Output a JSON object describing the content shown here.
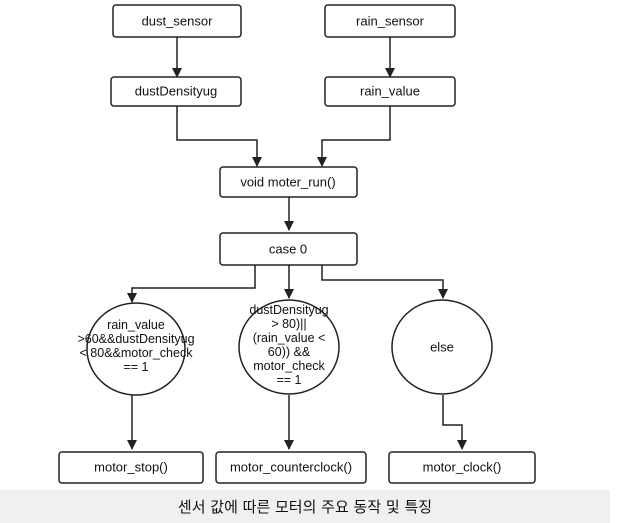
{
  "nodes": {
    "dust_sensor": "dust_sensor",
    "rain_sensor": "rain_sensor",
    "dust_density": "dustDensityug",
    "rain_value": "rain_value",
    "moter_run": "void moter_run()",
    "case0": "case 0",
    "cond1": [
      "rain_value",
      ">60&&dustDensityug",
      "< 80&&motor_check",
      "== 1"
    ],
    "cond2": [
      "dustDensityug",
      "> 80)||",
      "(rain_value <",
      "60)) &&",
      "motor_check",
      "== 1"
    ],
    "cond3": [
      "else"
    ],
    "motor_stop": "motor_stop()",
    "motor_counterclock": "motor_counterclock()",
    "motor_clock": "motor_clock()"
  },
  "caption": "센서 값에 따른 모터의 주요 동작 및 특징",
  "colors": {
    "stroke": "#222222",
    "caption_bg": "#f0f0f0",
    "text": "#111111"
  }
}
